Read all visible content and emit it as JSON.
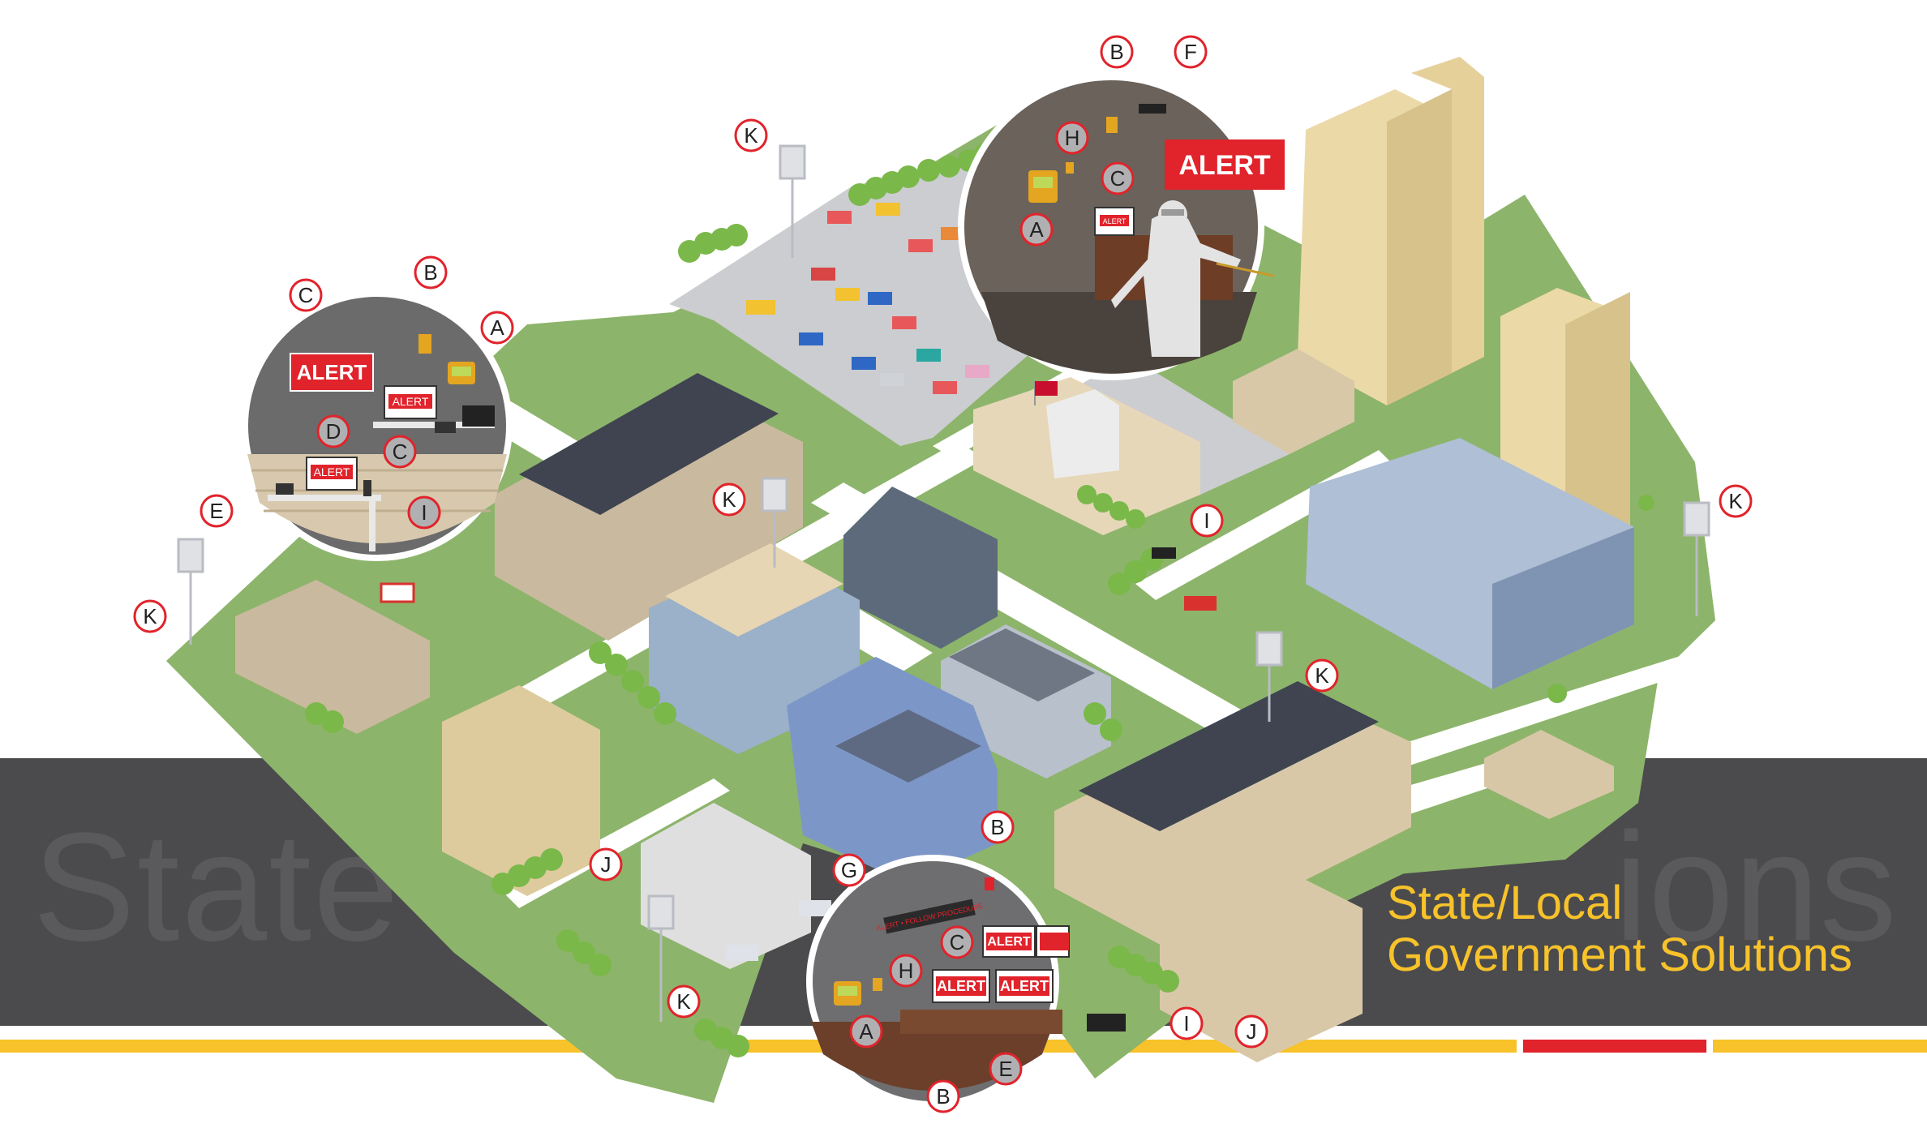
{
  "title": {
    "line1": "State/Local",
    "line2": "Government Solutions"
  },
  "watermark": {
    "left": "State",
    "right": "ions"
  },
  "colors": {
    "grass": "#8db46b",
    "road": "#ffffff",
    "lot": "#c9cbcd",
    "band": "#4b4b4d",
    "accent_yellow": "#f7c22a",
    "accent_red": "#e1232b",
    "alert_red": "#e1232b",
    "callout_ring": "#e1232b"
  },
  "alert_text": "ALERT",
  "ticker_text": "ALERT • FOLLOW PROCEDURE",
  "callouts": [
    {
      "letter": "K",
      "style": "outline"
    },
    {
      "letter": "B",
      "style": "outline"
    },
    {
      "letter": "F",
      "style": "outline"
    },
    {
      "letter": "H",
      "style": "filled"
    },
    {
      "letter": "C",
      "style": "filled"
    },
    {
      "letter": "A",
      "style": "filled"
    },
    {
      "letter": "C",
      "style": "outline"
    },
    {
      "letter": "B",
      "style": "outline"
    },
    {
      "letter": "A",
      "style": "outline"
    },
    {
      "letter": "D",
      "style": "filled"
    },
    {
      "letter": "C",
      "style": "filled"
    },
    {
      "letter": "E",
      "style": "outline"
    },
    {
      "letter": "I",
      "style": "filled"
    },
    {
      "letter": "K",
      "style": "outline"
    },
    {
      "letter": "K",
      "style": "outline"
    },
    {
      "letter": "I",
      "style": "outline"
    },
    {
      "letter": "K",
      "style": "outline"
    },
    {
      "letter": "K",
      "style": "outline"
    },
    {
      "letter": "J",
      "style": "outline"
    },
    {
      "letter": "G",
      "style": "outline"
    },
    {
      "letter": "B",
      "style": "outline"
    },
    {
      "letter": "C",
      "style": "filled"
    },
    {
      "letter": "H",
      "style": "filled"
    },
    {
      "letter": "A",
      "style": "filled"
    },
    {
      "letter": "E",
      "style": "filled"
    },
    {
      "letter": "B",
      "style": "outline"
    },
    {
      "letter": "K",
      "style": "outline"
    },
    {
      "letter": "I",
      "style": "outline"
    },
    {
      "letter": "J",
      "style": "outline"
    }
  ]
}
